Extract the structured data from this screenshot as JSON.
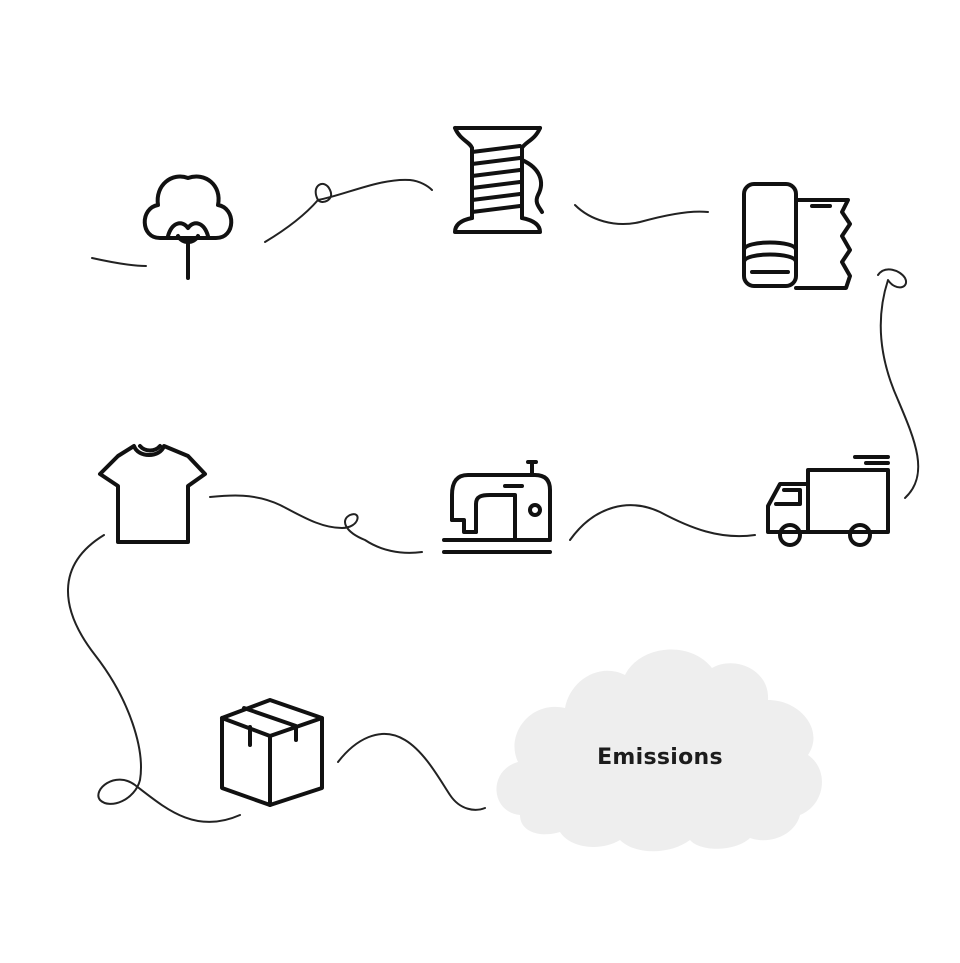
{
  "diagram": {
    "steps": [
      {
        "id": "cotton",
        "icon": "cotton-plant-icon"
      },
      {
        "id": "thread",
        "icon": "thread-spool-icon"
      },
      {
        "id": "fabric",
        "icon": "fabric-roll-icon"
      },
      {
        "id": "transport",
        "icon": "delivery-truck-icon"
      },
      {
        "id": "sewing",
        "icon": "sewing-machine-icon"
      },
      {
        "id": "garment",
        "icon": "t-shirt-icon"
      },
      {
        "id": "packaging",
        "icon": "cardboard-box-icon"
      }
    ],
    "cloud_label": "Emissions",
    "colors": {
      "ink": "#111111",
      "cloud": "#eeeeee",
      "background": "#ffffff"
    }
  }
}
